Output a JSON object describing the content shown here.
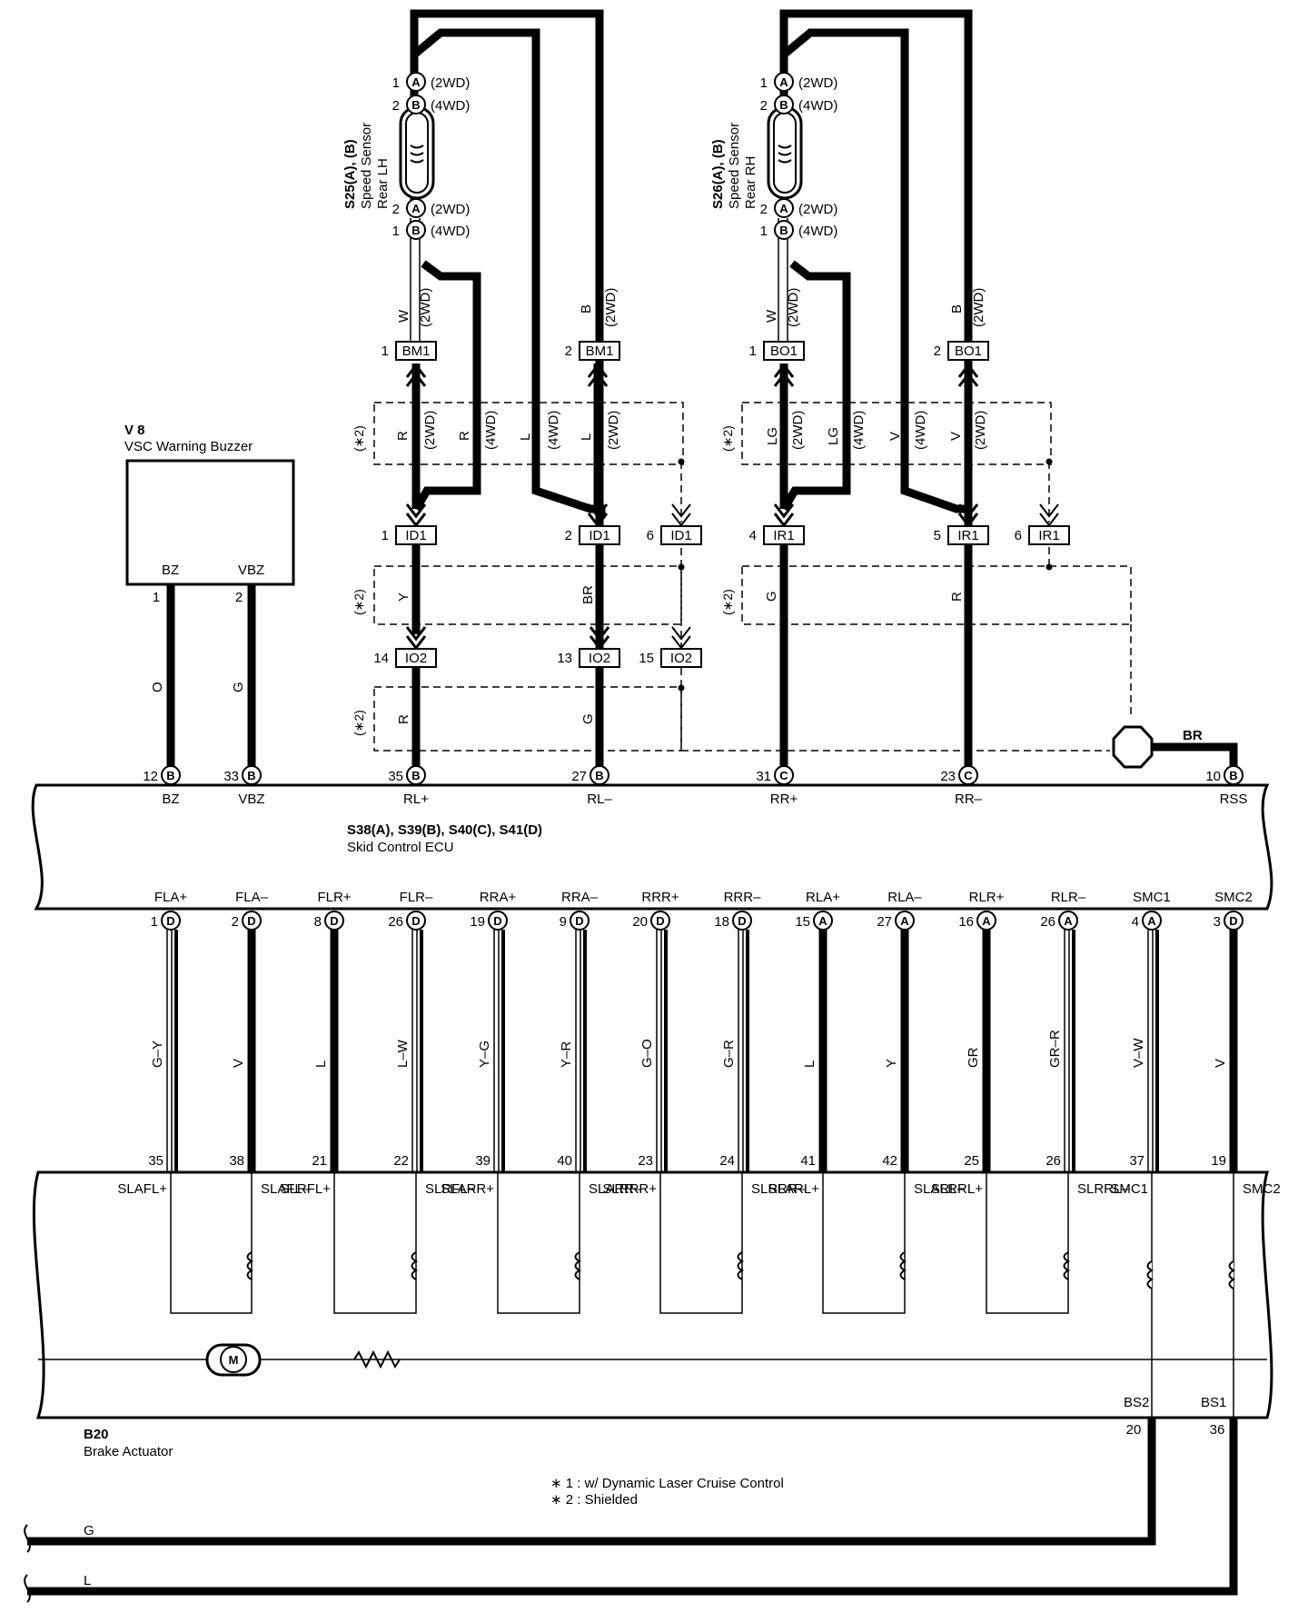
{
  "sensors": {
    "lh": {
      "ref": "S25(A), (B)",
      "line1": "Speed Sensor",
      "line2": "Rear LH"
    },
    "rh": {
      "ref": "S26(A), (B)",
      "line1": "Speed Sensor",
      "line2": "Rear RH"
    },
    "pin_top_a": "1",
    "pin_top_b": "2",
    "pin_bot_a": "2",
    "pin_bot_b": "1",
    "letter_a": "A",
    "letter_b": "B",
    "note_2wd": "(2WD)",
    "note_4wd": "(4WD)"
  },
  "buzzer": {
    "ref": "V 8",
    "name": "VSC Warning Buzzer",
    "term1": "BZ",
    "term2": "VBZ",
    "pin1": "1",
    "pin2": "2",
    "wire1": "O",
    "wire2": "G"
  },
  "connectors": {
    "bm1_a": {
      "pin": "1",
      "name": "BM1"
    },
    "bm1_b": {
      "pin": "2",
      "name": "BM1"
    },
    "bo1_a": {
      "pin": "1",
      "name": "BO1"
    },
    "bo1_b": {
      "pin": "2",
      "name": "BO1"
    },
    "id1_a": {
      "pin": "1",
      "name": "ID1"
    },
    "id1_b": {
      "pin": "2",
      "name": "ID1"
    },
    "id1_c": {
      "pin": "6",
      "name": "ID1"
    },
    "ir1_a": {
      "pin": "4",
      "name": "IR1"
    },
    "ir1_b": {
      "pin": "5",
      "name": "IR1"
    },
    "ir1_c": {
      "pin": "6",
      "name": "IR1"
    },
    "io2_a": {
      "pin": "14",
      "name": "IO2"
    },
    "io2_b": {
      "pin": "13",
      "name": "IO2"
    },
    "io2_c": {
      "pin": "15",
      "name": "IO2"
    }
  },
  "wires": {
    "w_lh": "W",
    "b_lh": "B",
    "w_rh": "W",
    "b_rh": "B",
    "r1": "R",
    "r2": "R",
    "l1": "L",
    "l2": "L",
    "lg1": "LG",
    "lg2": "LG",
    "v1": "V",
    "v2": "V",
    "y": "Y",
    "br": "BR",
    "g_rr": "G",
    "r_rr": "R",
    "r_rl": "R",
    "g_rl": "G",
    "br_rss": "BR",
    "shield": "(∗2)",
    "g_bus": "G",
    "l_bus": "L"
  },
  "ecu": {
    "ref": "S38(A), S39(B), S40(C), S41(D)",
    "name": "Skid Control ECU",
    "top_pins": [
      {
        "pin": "12",
        "letter": "B",
        "term": "BZ"
      },
      {
        "pin": "33",
        "letter": "B",
        "term": "VBZ"
      },
      {
        "pin": "35",
        "letter": "B",
        "term": "RL+"
      },
      {
        "pin": "27",
        "letter": "B",
        "term": "RL–"
      },
      {
        "pin": "31",
        "letter": "C",
        "term": "RR+"
      },
      {
        "pin": "23",
        "letter": "C",
        "term": "RR–"
      },
      {
        "pin": "10",
        "letter": "B",
        "term": "RSS"
      }
    ],
    "bottom_pins": [
      {
        "term": "FLA+",
        "pin": "1",
        "letter": "D",
        "wire": "G–Y",
        "apin": "35",
        "aterm": "SLAFL+"
      },
      {
        "term": "FLA–",
        "pin": "2",
        "letter": "D",
        "wire": "V",
        "apin": "38",
        "aterm": "SLAFL–"
      },
      {
        "term": "FLR+",
        "pin": "8",
        "letter": "D",
        "wire": "L",
        "apin": "21",
        "aterm": "SLRFL+"
      },
      {
        "term": "FLR–",
        "pin": "26",
        "letter": "D",
        "wire": "L–W",
        "apin": "22",
        "aterm": "SLRFL–"
      },
      {
        "term": "RRA+",
        "pin": "19",
        "letter": "D",
        "wire": "Y–G",
        "apin": "39",
        "aterm": "SLARR+"
      },
      {
        "term": "RRA–",
        "pin": "9",
        "letter": "D",
        "wire": "Y–R",
        "apin": "40",
        "aterm": "SLARR–"
      },
      {
        "term": "RRR+",
        "pin": "20",
        "letter": "D",
        "wire": "G–O",
        "apin": "23",
        "aterm": "SLRRR+"
      },
      {
        "term": "RRR–",
        "pin": "18",
        "letter": "D",
        "wire": "G–R",
        "apin": "24",
        "aterm": "SLRRR–"
      },
      {
        "term": "RLA+",
        "pin": "15",
        "letter": "A",
        "wire": "L",
        "apin": "41",
        "aterm": "SLARL+"
      },
      {
        "term": "RLA–",
        "pin": "27",
        "letter": "A",
        "wire": "Y",
        "apin": "42",
        "aterm": "SLARL–"
      },
      {
        "term": "RLR+",
        "pin": "16",
        "letter": "A",
        "wire": "GR",
        "apin": "25",
        "aterm": "SLRRL+"
      },
      {
        "term": "RLR–",
        "pin": "26",
        "letter": "A",
        "wire": "GR–R",
        "apin": "26",
        "aterm": "SLRRL–"
      },
      {
        "term": "SMC1",
        "pin": "4",
        "letter": "A",
        "wire": "V–W",
        "apin": "37",
        "aterm": "SMC1"
      },
      {
        "term": "SMC2",
        "pin": "3",
        "letter": "D",
        "wire": "V",
        "apin": "19",
        "aterm": "SMC2"
      }
    ]
  },
  "actuator": {
    "ref": "B20",
    "name": "Brake Actuator",
    "motor": "M",
    "bs2": "BS2",
    "bs1": "BS1",
    "bs2_pin": "20",
    "bs1_pin": "36"
  },
  "notes": {
    "n1": "∗ 1 : w/ Dynamic Laser Cruise Control",
    "n2": "∗ 2 : Shielded"
  }
}
